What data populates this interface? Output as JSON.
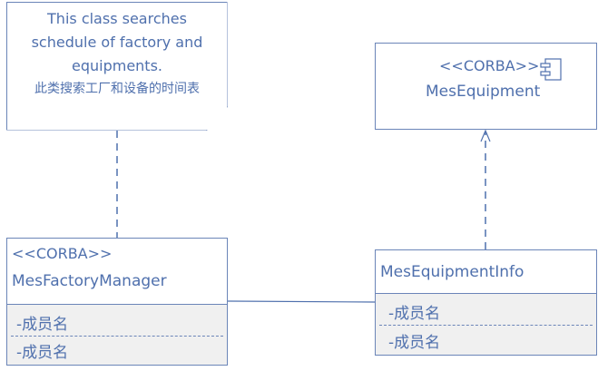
{
  "note": {
    "line1": "This class searches",
    "line2": "schedule of factory and",
    "line3": "equipments.",
    "line4": "此类搜索工厂和设备的时间表"
  },
  "mes_equipment": {
    "stereotype": "<<CORBA>>",
    "name": "MesEquipment",
    "icon": "component-icon"
  },
  "mes_factory_manager": {
    "stereotype": "<<CORBA>>",
    "name": "MesFactoryManager",
    "attributes": [
      "-成员名",
      "-成员名"
    ]
  },
  "mes_equipment_info": {
    "name": "MesEquipmentInfo",
    "attributes": [
      "-成员名",
      "-成员名"
    ]
  },
  "colors": {
    "line": "#6b85b8",
    "text": "#4f70ad",
    "attr_bg": "#f0f0f0"
  }
}
